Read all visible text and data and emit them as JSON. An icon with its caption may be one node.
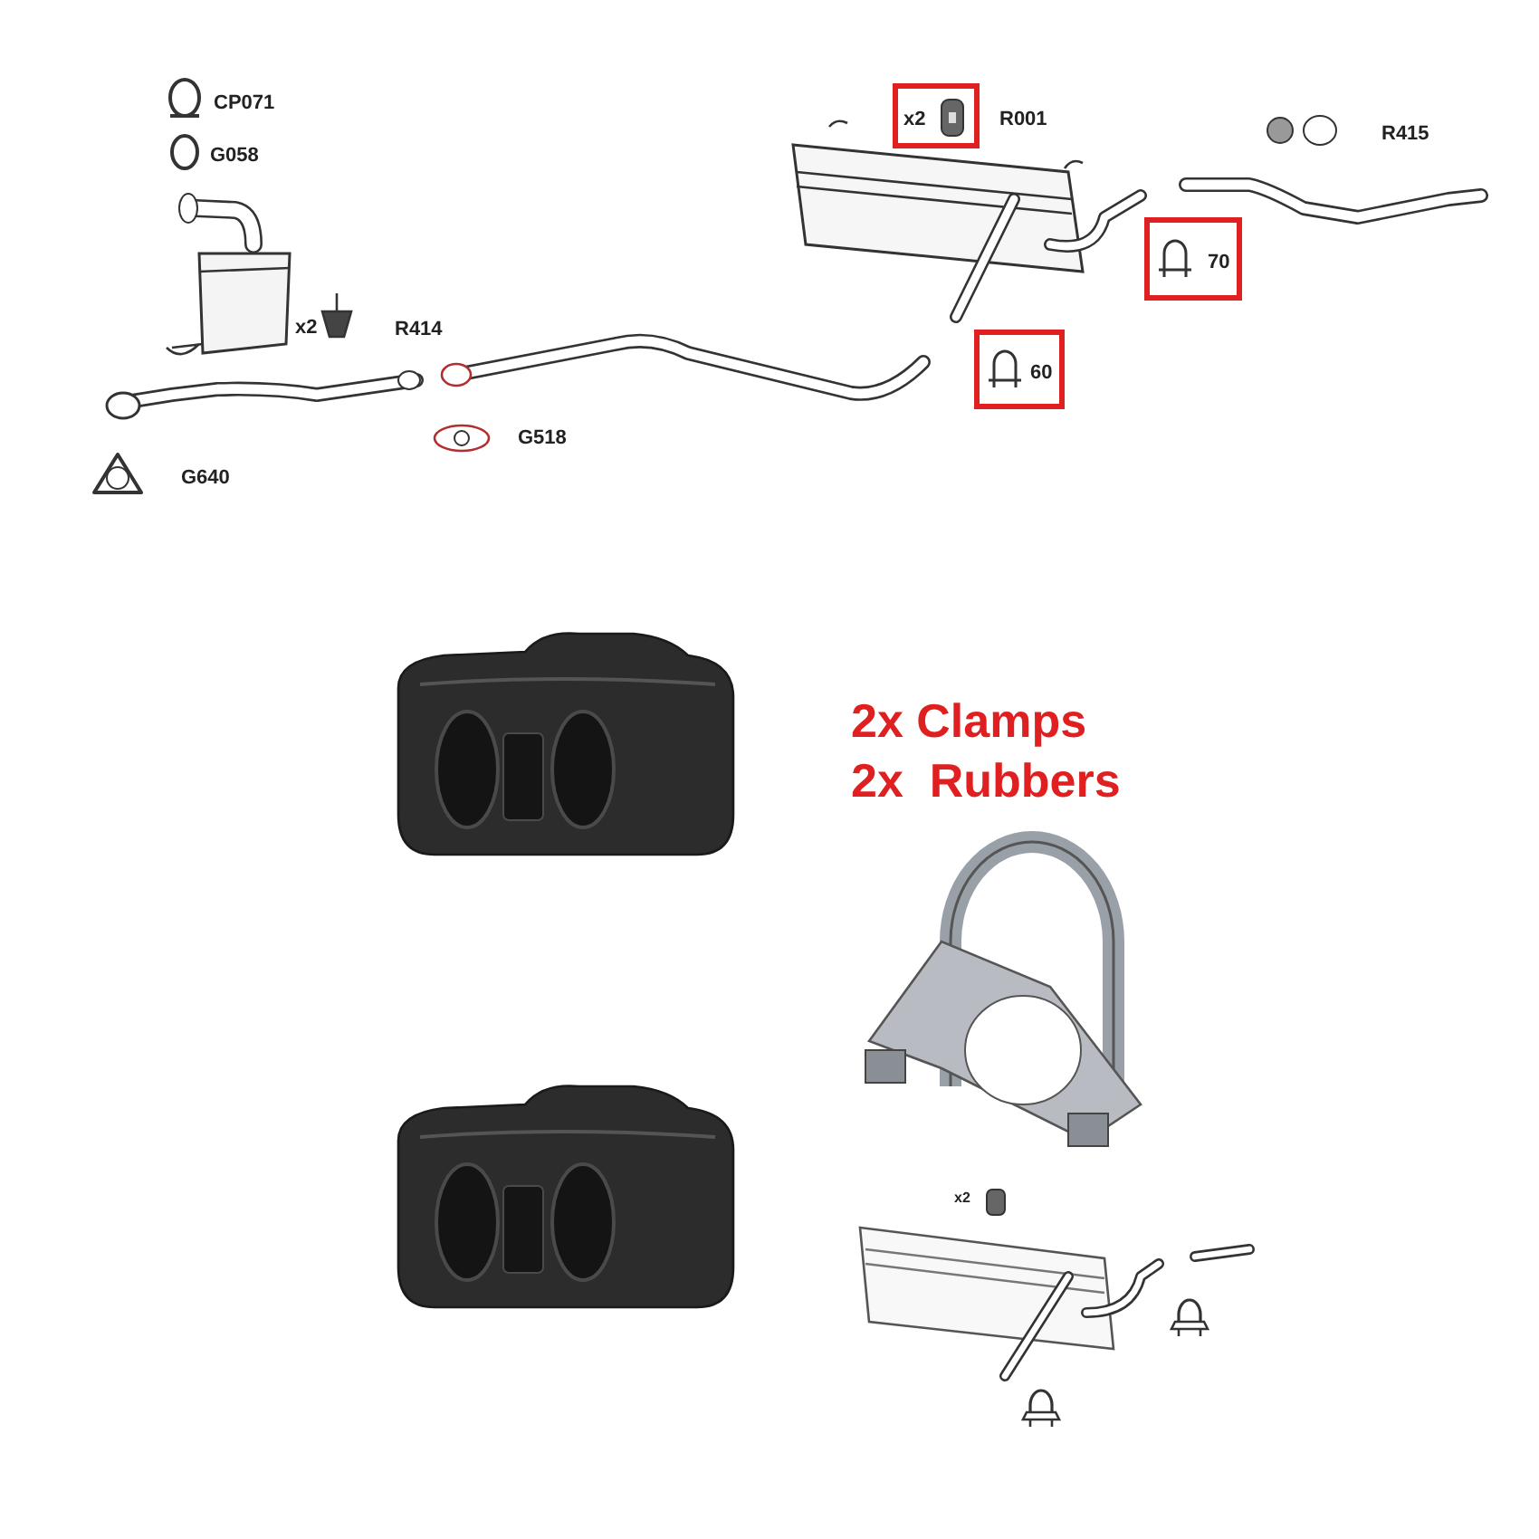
{
  "diagram": {
    "nodes": [
      {
        "text": [
          "x2"
        ]
      },
      {
        "text": [
          "70"
        ]
      },
      {
        "text": [
          "60"
        ]
      }
    ],
    "labels": [
      "CP071",
      "G058",
      "x2",
      "R414",
      "G518",
      "G640",
      "R001",
      "R415",
      "2x Clamps",
      "2x  Rubbers",
      "x2"
    ]
  }
}
